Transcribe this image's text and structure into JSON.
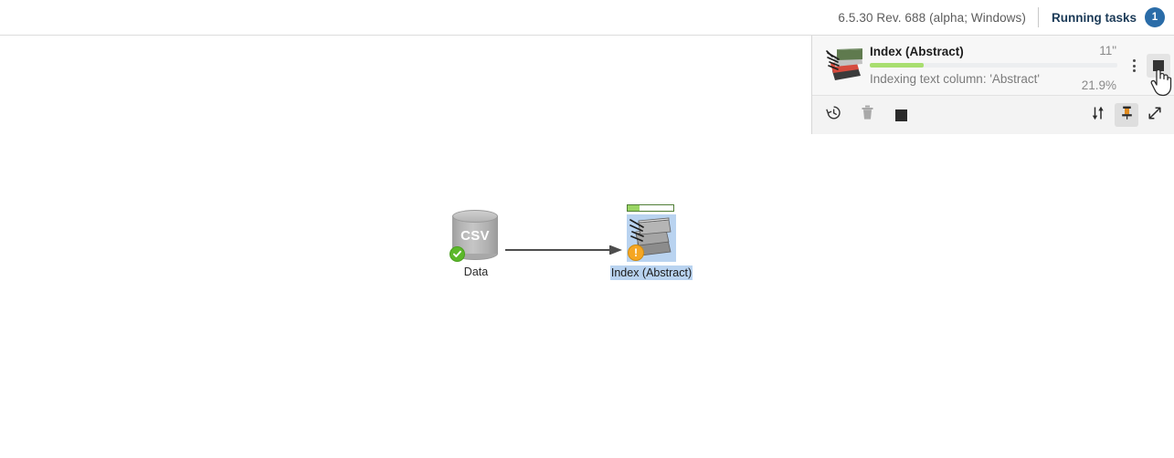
{
  "header": {
    "version_text": "6.5.30 Rev. 688 (alpha; Windows)",
    "running_tasks_label": "Running tasks",
    "running_tasks_count": "1",
    "badge_color": "#2a6ca8"
  },
  "tasks_panel": {
    "task": {
      "icon_name": "index-stack-icon",
      "title": "Index (Abstract)",
      "elapsed": "11\"",
      "status": "Indexing text column: 'Abstract'",
      "percent_label": "21.9%",
      "percent_value": 21.9,
      "progress_color": "#a8de6f",
      "menu_icon": "kebab-menu-icon",
      "stop_icon": "stop-square-icon"
    },
    "toolbar": {
      "history_icon": "history-clock-icon",
      "delete_icon": "trash-icon",
      "stop_all_icon": "stop-square-icon",
      "sort_icon": "sort-arrows-icon",
      "pin_icon": "pin-icon",
      "expand_icon": "expand-diagonal-icon"
    }
  },
  "canvas": {
    "nodes": [
      {
        "id": "data",
        "type": "csv-cylinder",
        "inner_label": "CSV",
        "caption": "Data",
        "status_badge": "check-ok-badge",
        "selected": false
      },
      {
        "id": "index-abstract",
        "type": "index-stack",
        "caption": "Index (Abstract)",
        "status_badge": "warning-badge",
        "selected": true,
        "progress_value": 25,
        "progress_fill_color": "#9ad563",
        "progress_border_color": "#4f7d36",
        "selection_color": "#b9d3f0"
      }
    ],
    "edges": [
      {
        "from": "data",
        "to": "index-abstract",
        "arrow": true
      }
    ]
  },
  "cursor": {
    "icon_name": "pointing-hand-cursor"
  }
}
